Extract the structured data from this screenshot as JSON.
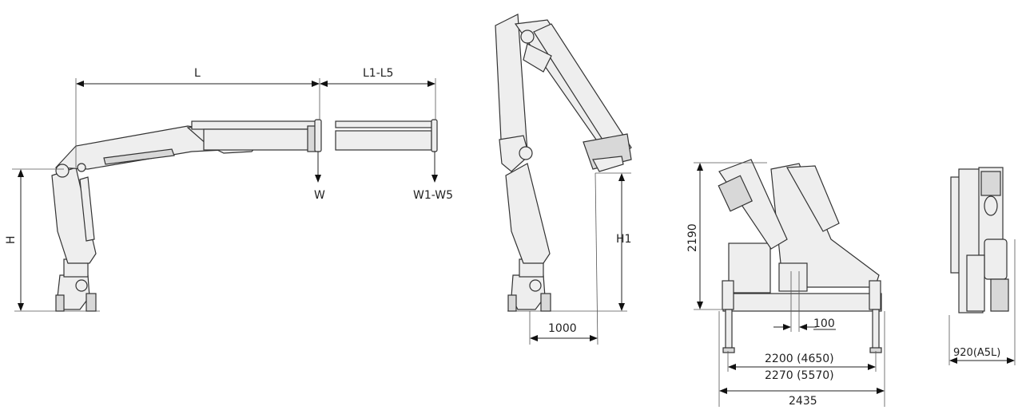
{
  "side_view": {
    "dim_L": "L",
    "dim_L1_L5": "L1-L5",
    "dim_H": "H",
    "load_W": "W",
    "load_W1_W5": "W1-W5"
  },
  "folded_view": {
    "dim_H1": "H1",
    "dim_1000": "1000"
  },
  "front_view": {
    "dim_2190": "2190",
    "dim_100": "100",
    "dim_2200": "2200 (4650)",
    "dim_2270": "2270 (5570)",
    "dim_2435": "2435"
  },
  "end_view": {
    "dim_920": "920(A5L)"
  },
  "colors": {
    "line": "#333333",
    "fill": "#eeeeee",
    "shade": "#d8d8d8"
  }
}
